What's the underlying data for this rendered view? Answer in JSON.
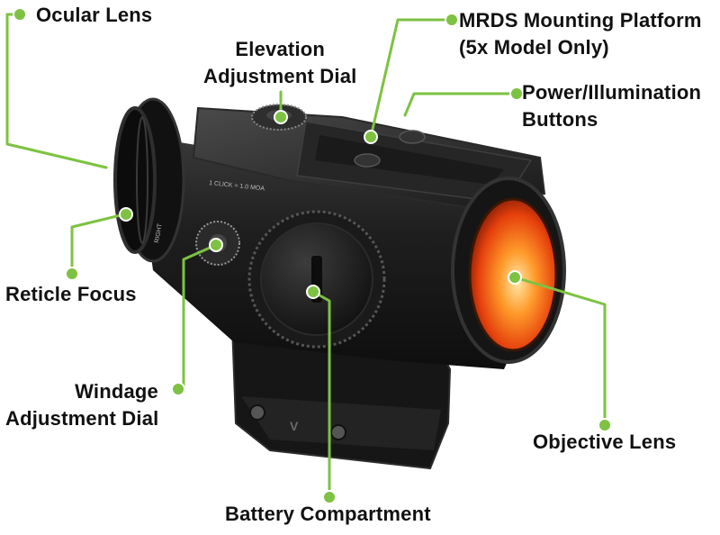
{
  "colors": {
    "accent": "#7dc242",
    "body": "#1e1e1e",
    "objective_glow": "#ff6a00"
  },
  "device": {
    "engraving_clicks": "1 CLICK = 1.0 MOA",
    "engraving_right": "RIGHT"
  },
  "labels": {
    "ocular": {
      "lines": [
        "Ocular Lens"
      ]
    },
    "elevation": {
      "lines": [
        "Elevation",
        "Adjustment Dial"
      ]
    },
    "mrds": {
      "lines": [
        "MRDS Mounting Platform",
        "(5x Model Only)"
      ]
    },
    "power": {
      "lines": [
        "Power/Illumination",
        "Buttons"
      ]
    },
    "reticle": {
      "lines": [
        "Reticle Focus"
      ]
    },
    "windage": {
      "lines": [
        "Windage",
        "Adjustment Dial"
      ]
    },
    "objective": {
      "lines": [
        "Objective Lens"
      ]
    },
    "battery": {
      "lines": [
        "Battery Compartment"
      ]
    }
  }
}
